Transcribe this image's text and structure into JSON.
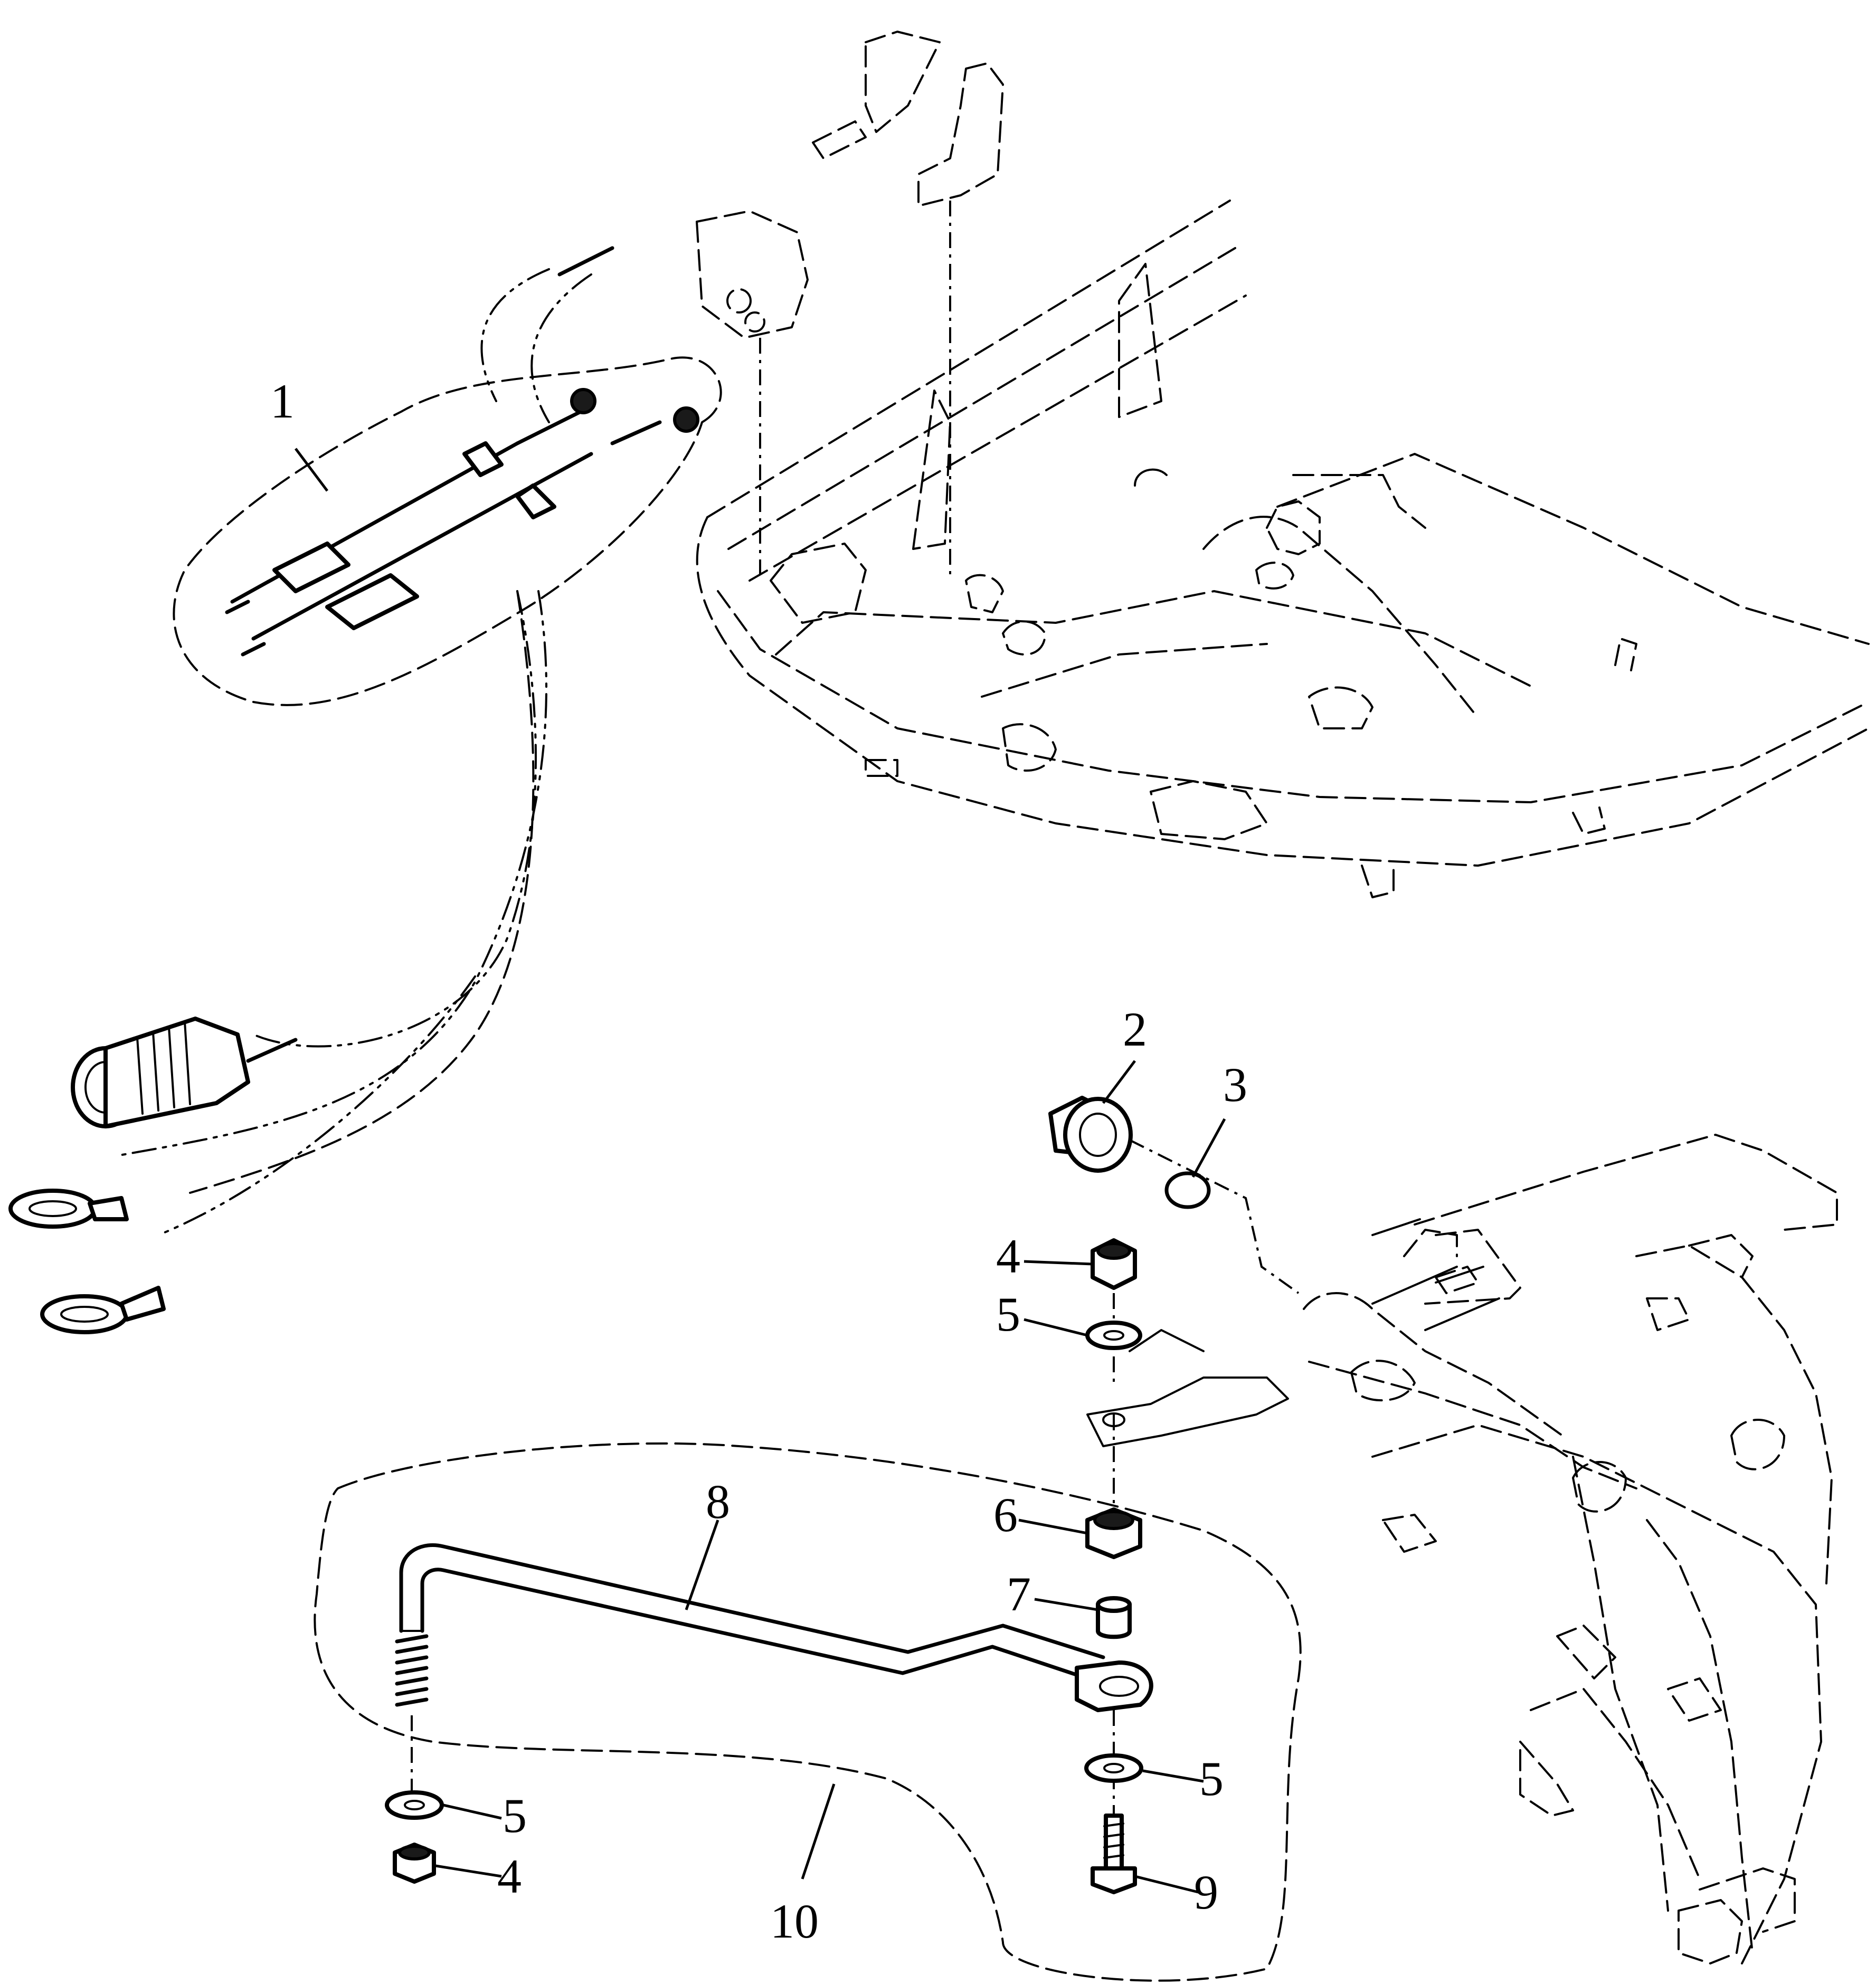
{
  "callouts": [
    {
      "id": "1",
      "label": "1"
    },
    {
      "id": "2",
      "label": "2"
    },
    {
      "id": "3",
      "label": "3"
    },
    {
      "id": "4a",
      "label": "4"
    },
    {
      "id": "5a",
      "label": "5"
    },
    {
      "id": "6",
      "label": "6"
    },
    {
      "id": "7",
      "label": "7"
    },
    {
      "id": "8",
      "label": "8"
    },
    {
      "id": "5b",
      "label": "5"
    },
    {
      "id": "5c",
      "label": "5"
    },
    {
      "id": "4b",
      "label": "4"
    },
    {
      "id": "9",
      "label": "9"
    },
    {
      "id": "10",
      "label": "10"
    }
  ]
}
